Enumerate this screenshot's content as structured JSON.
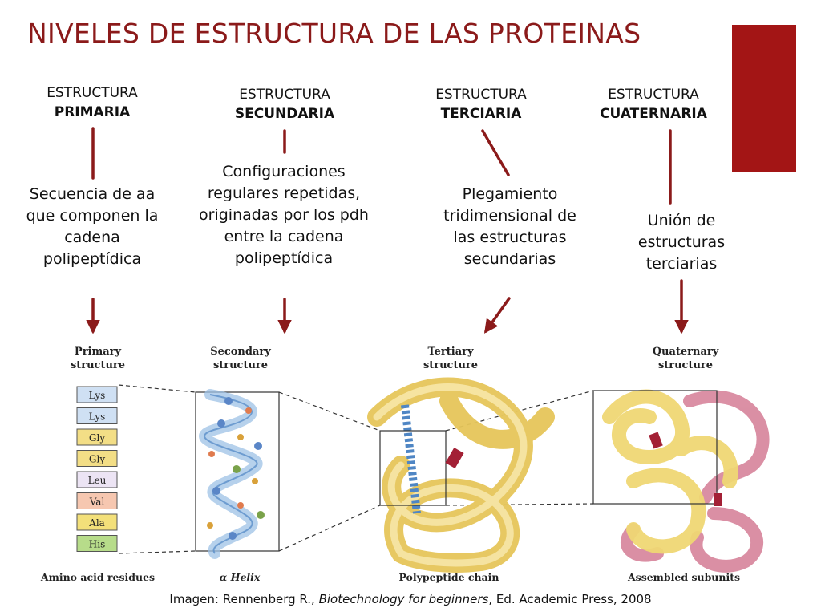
{
  "title": "NIVELES DE ESTRUCTURA DE LAS PROTEINAS",
  "colors": {
    "title": "#8b1a1a",
    "accent": "#a31515",
    "arrow": "#8b1a1a"
  },
  "columns": [
    {
      "line1": "ESTRUCTURA",
      "line2": "PRIMARIA",
      "description": "Secuencia de aa que componen la cadena polipeptídica",
      "figure_title": "Primary structure",
      "figure_caption": "Amino acid residues"
    },
    {
      "line1": "ESTRUCTURA",
      "line2": "SECUNDARIA",
      "description": "Configuraciones regulares repetidas, originadas por los pdh entre la cadena polipeptídica",
      "figure_title": "Secondary structure",
      "figure_caption": "α Helix"
    },
    {
      "line1": "ESTRUCTURA",
      "line2": "TERCIARIA",
      "description": "Plegamiento tridimensional de las estructuras secundarias",
      "figure_title": "Tertiary structure",
      "figure_caption": "Polypeptide chain"
    },
    {
      "line1": "ESTRUCTURA",
      "line2": "CUATERNARIA",
      "description": "Unión de estructuras terciarias",
      "figure_title": "Quaternary structure",
      "figure_caption": "Assembled subunits"
    }
  ],
  "residues": [
    "Lys",
    "Lys",
    "Gly",
    "Gly",
    "Leu",
    "Val",
    "Ala",
    "His"
  ],
  "caption": {
    "prefix": "Imagen: Rennenberg R., ",
    "book": "Biotechnology for beginners",
    "suffix": ", Ed. Academic Press, 2008"
  }
}
